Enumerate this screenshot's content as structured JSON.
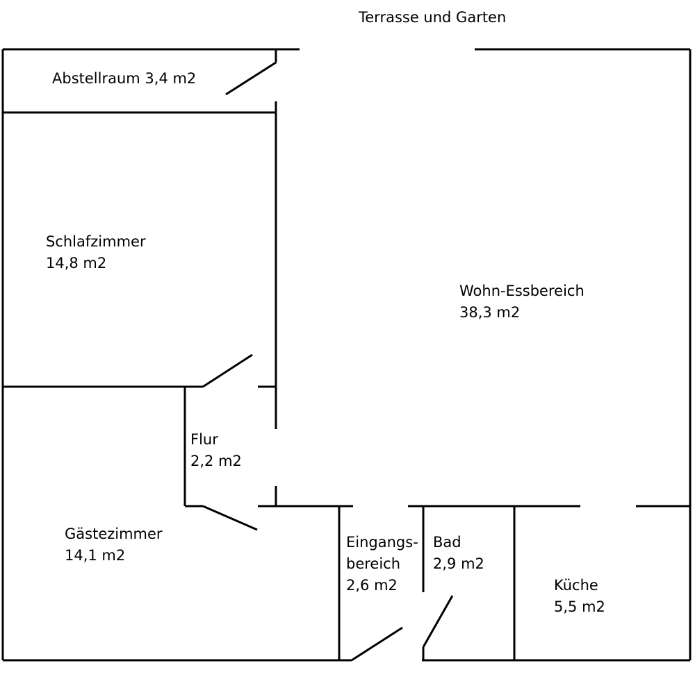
{
  "outside_label": "Terrasse und Garten",
  "rooms": {
    "abstellraum": {
      "name": "Abstellraum 3,4 m2"
    },
    "schlafzimmer": {
      "name": "Schlafzimmer",
      "area": "14,8 m2"
    },
    "wohn_essbereich": {
      "name": "Wohn-Essbereich",
      "area": "38,3 m2"
    },
    "flur": {
      "name": "Flur",
      "area": "2,2 m2"
    },
    "gaestezimmer": {
      "name": "Gästezimmer",
      "area": "14,1 m2"
    },
    "eingangsbereich": {
      "name_line1": "Eingangs-",
      "name_line2": "bereich",
      "area": "2,6 m2"
    },
    "bad": {
      "name": "Bad",
      "area": "2,9 m2"
    },
    "kueche": {
      "name": "Küche",
      "area": "5,5 m2"
    }
  },
  "colors": {
    "walls": "#000000",
    "background": "#ffffff"
  }
}
